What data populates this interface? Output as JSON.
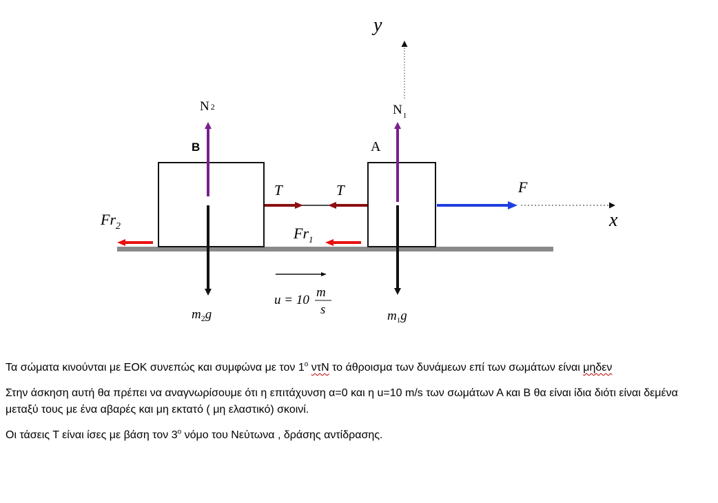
{
  "diagram": {
    "axis_y_label": "y",
    "axis_x_label": "x",
    "block_b_label": "B",
    "block_a_label": "A",
    "n2_main": "N",
    "n2_sub": "2",
    "n1_main": "N",
    "n1_sub": "1",
    "t_left": "T",
    "t_right": "T",
    "force_f": "F",
    "fr2_main": "Fr",
    "fr2_sub": "2",
    "fr1_main": "Fr",
    "fr1_sub": "1",
    "m2g_m": "m",
    "m2g_sub": "2",
    "m2g_g": "g",
    "m1g_m": "m",
    "m1g_sub": "1",
    "m1g_g": "g",
    "velocity_lhs": "u = 10",
    "velocity_num": "m",
    "velocity_den": "s",
    "colors": {
      "normal": "#7a1f8c",
      "weight": "#111111",
      "tension": "#8b1010",
      "friction": "#e81010",
      "applied": "#1f3fe0",
      "ground": "#8a8a8a"
    }
  },
  "text": {
    "p1_a": "Τα σώματα κινούνται με ΕΟΚ συνεπώς και συμφώνα με τον 1",
    "p1_sup": "ο",
    "p1_space": " ",
    "p1_b": "ντΝ",
    "p1_c": " το άθροισμα των δυνάμεων επί των σωμάτων είναι ",
    "p1_d": "μηδεν",
    "p2": "Στην άσκηση αυτή θα πρέπει να αναγνωρίσουμε ότι η επιτάχυνση  α=0 και η u=10 m/s των σωμάτων Α και Β θα είναι ίδια διότι είναι δεμένα μεταξύ τους με ένα αβαρές και μη εκτατό ( μη ελαστικό) σκοινί.",
    "p3_a": "Οι τάσεις Τ είναι ίσες με βάση τον 3",
    "p3_sup": "ο",
    "p3_b": " νόμο του Νεύτωνα , δράσης αντίδρασης."
  }
}
